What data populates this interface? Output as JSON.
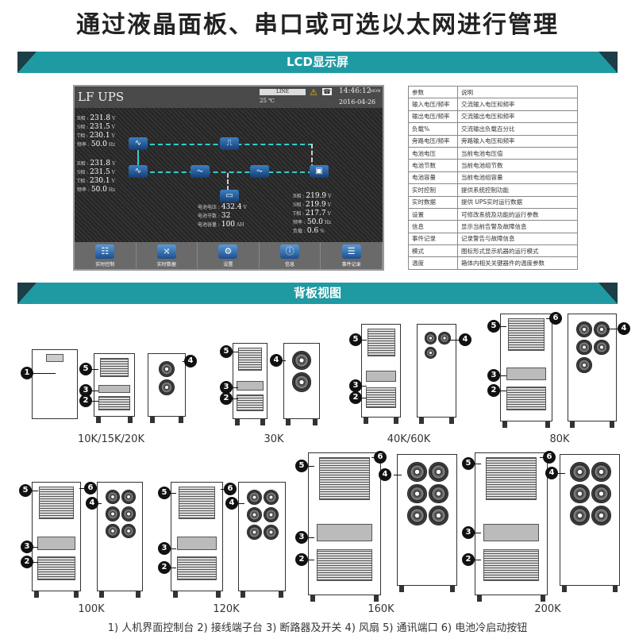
{
  "title": "通过液晶面板、串口或可选以太网进行管理",
  "banner_lcd": "LCD显示屏",
  "banner_back": "背板视图",
  "lcd": {
    "brand": "LF UPS",
    "status": "LINE",
    "temp": "25 ℃",
    "time": "14:46:12",
    "day": "MON",
    "date": "2016-04-26",
    "input1": [
      [
        "R相",
        "231.8",
        "V"
      ],
      [
        "S相",
        "231.5",
        "V"
      ],
      [
        "T相",
        "230.1",
        "V"
      ],
      [
        "频率",
        "50.0",
        "Hz"
      ]
    ],
    "input2": [
      [
        "R相",
        "231.8",
        "V"
      ],
      [
        "S相",
        "231.5",
        "V"
      ],
      [
        "T相",
        "230.1",
        "V"
      ],
      [
        "频率",
        "50.0",
        "Hz"
      ]
    ],
    "battery": [
      [
        "电池电压",
        "432.4",
        "V"
      ],
      [
        "电池节数",
        "32",
        ""
      ],
      [
        "电池容量",
        "100",
        "AH"
      ]
    ],
    "output": [
      [
        "R相",
        "219.9",
        "V"
      ],
      [
        "S相",
        "219.9",
        "V"
      ],
      [
        "T相",
        "217.7",
        "V"
      ],
      [
        "频率",
        "50.0",
        "Hz"
      ],
      [
        "负载",
        "0.6",
        "%"
      ]
    ],
    "buttons": [
      "实时控制",
      "实时数据",
      "设置",
      "信息",
      "事件记录"
    ]
  },
  "table": {
    "header": [
      "参数",
      "说明"
    ],
    "rows": [
      [
        "输入电压/频率",
        "交流输入电压和频率"
      ],
      [
        "输出电压/频率",
        "交流输出电压和频率"
      ],
      [
        "负载%",
        "交流输出负载百分比"
      ],
      [
        "旁路电压/频率",
        "旁路输入电压和频率"
      ],
      [
        "电池电压",
        "当前电池电压值"
      ],
      [
        "电池节数",
        "当前电池组节数"
      ],
      [
        "电池容量",
        "当前电池组容量"
      ],
      [
        "实时控制",
        "提供系统控制功能"
      ],
      [
        "实时数据",
        "提供 UPS实时运行数据"
      ],
      [
        "设置",
        "可修改系统及功能的运行参数"
      ],
      [
        "信息",
        "显示当前告警及故障信息"
      ],
      [
        "事件记录",
        "记录警告与故障信息"
      ],
      [
        "模式",
        "图标形式显示机器的运行模式"
      ],
      [
        "温度",
        "箱体内相关关键器件的温度参数"
      ]
    ]
  },
  "models": [
    "10K/15K/20K",
    "30K",
    "40K/60K",
    "80K",
    "100K",
    "120K",
    "160K",
    "200K"
  ],
  "markers": [
    "1",
    "2",
    "3",
    "4",
    "5",
    "6"
  ],
  "legend": "1) 人机界面控制台  2) 接线端子台  3) 断路器及开关  4) 风扇  5) 通讯端口  6) 电池冷启动按钮"
}
